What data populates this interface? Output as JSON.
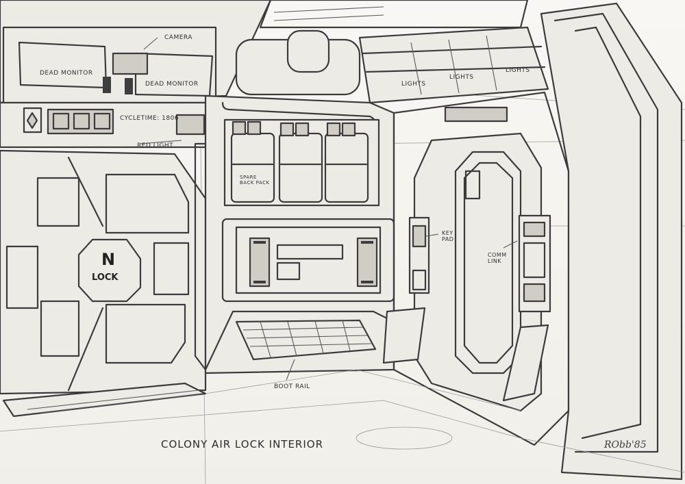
{
  "title": "COLONY AIR LOCK INTERIOR",
  "signature": "RObb'85",
  "labels": {
    "camera": "CAMERA",
    "dead_monitor_left": "DEAD MONITOR",
    "dead_monitor_right": "DEAD MONITOR",
    "cycle_time": "CYCLETIME: 1806",
    "red_light": "RED LIGHT",
    "lights_1": "LIGHTS",
    "lights_2": "LIGHTS",
    "lights_3": "LIGHTS",
    "spare_back_pack": "SPARE BACK PACK",
    "key_pad": "KEY PAD",
    "comm_link": "COMM LINK",
    "boot_rail": "BOOT RAIL",
    "lock_sign_letter": "N",
    "lock_sign_word": "LOCK"
  },
  "colors": {
    "paper": "#f6f4ef",
    "pencil": "#3b3b3b"
  }
}
